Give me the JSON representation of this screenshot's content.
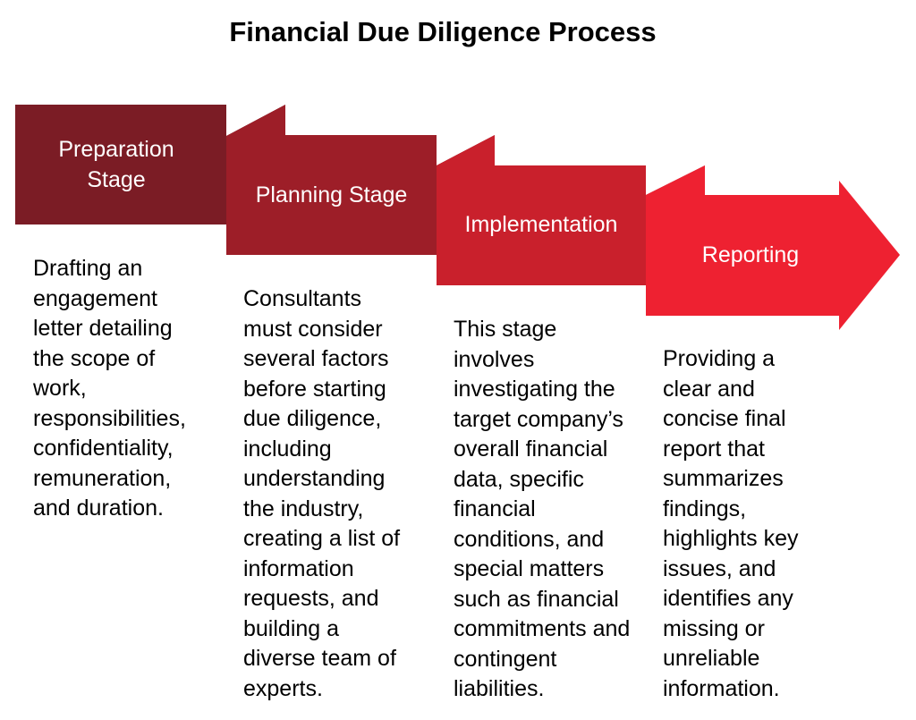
{
  "title": "Financial Due Diligence Process",
  "stages": [
    {
      "label_lines": [
        "Preparation",
        "Stage"
      ],
      "color": "#7b1c25",
      "fold_color": "#621620",
      "description": [
        "Drafting an",
        "engagement",
        "letter detailing",
        "the scope of",
        "work,",
        "responsibilities,",
        "confidentiality,",
        "remuneration,",
        "and duration."
      ]
    },
    {
      "label_lines": [
        "Planning Stage"
      ],
      "color": "#9d1e28",
      "fold_color": "#7e1821",
      "description": [
        "Consultants",
        "must consider",
        "several factors",
        "before starting",
        "due diligence,",
        "including",
        "understanding",
        "the industry,",
        "creating a list of",
        "information",
        "requests, and",
        "building a",
        "diverse team of",
        "experts."
      ]
    },
    {
      "label_lines": [
        "Implementation"
      ],
      "color": "#c9202c",
      "fold_color": "#a81a25",
      "description": [
        "This stage",
        "involves",
        "investigating the",
        "target company’s",
        "overall financial",
        "data, specific",
        "financial",
        "conditions, and",
        "special matters",
        "such as financial",
        "commitments and",
        "contingent",
        "liabilities."
      ]
    },
    {
      "label_lines": [
        "Reporting"
      ],
      "color": "#ee2131",
      "fold_color": "#c91c29",
      "description": [
        "Providing a",
        "clear and",
        "concise final",
        "report that",
        "summarizes",
        "findings,",
        "highlights key",
        "issues, and",
        "identifies any",
        "missing or",
        "unreliable",
        "information."
      ]
    }
  ]
}
